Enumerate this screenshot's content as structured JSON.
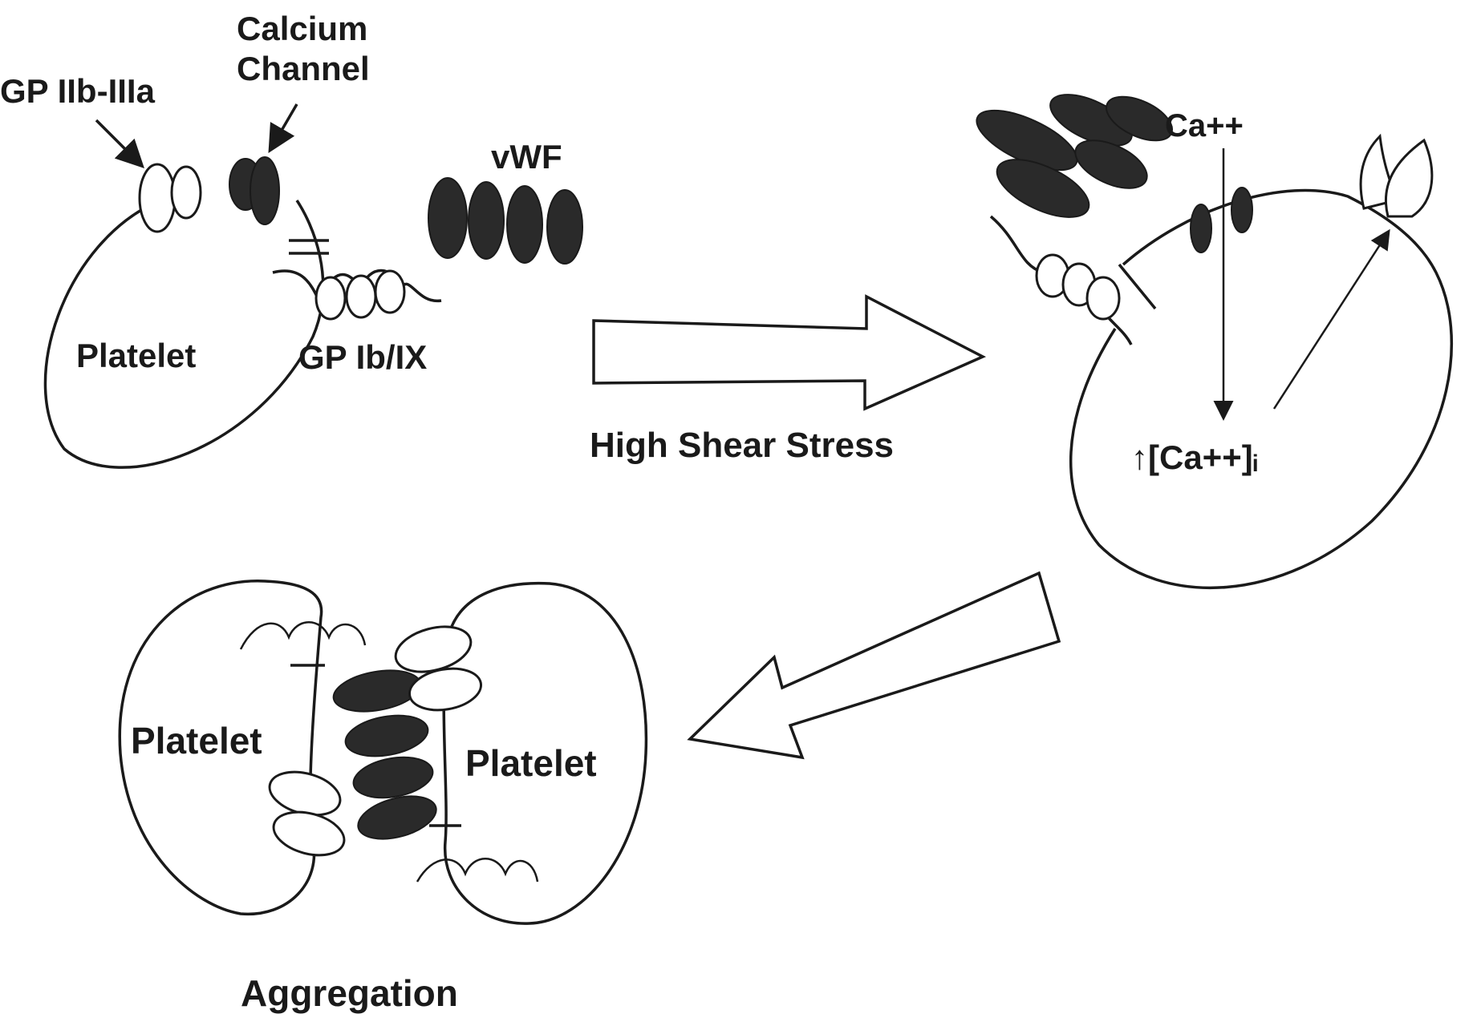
{
  "labels": {
    "gp_iib_iiia": "GP IIb-IIIa",
    "calcium_channel_1": "Calcium",
    "calcium_channel_2": "Channel",
    "vwf": "vWF",
    "platelet_1": "Platelet",
    "gp_ib_ix": "GP Ib/IX",
    "high_shear_stress": "High Shear Stress",
    "ca_ext": "Ca++",
    "ca_int": "↑[Ca++]ᵢ",
    "platelet_left": "Platelet",
    "platelet_right": "Platelet",
    "aggregation": "Aggregation"
  },
  "colors": {
    "ink": "#1a1a1a",
    "fill_dark": "#2a2a2a",
    "background": "#ffffff"
  }
}
